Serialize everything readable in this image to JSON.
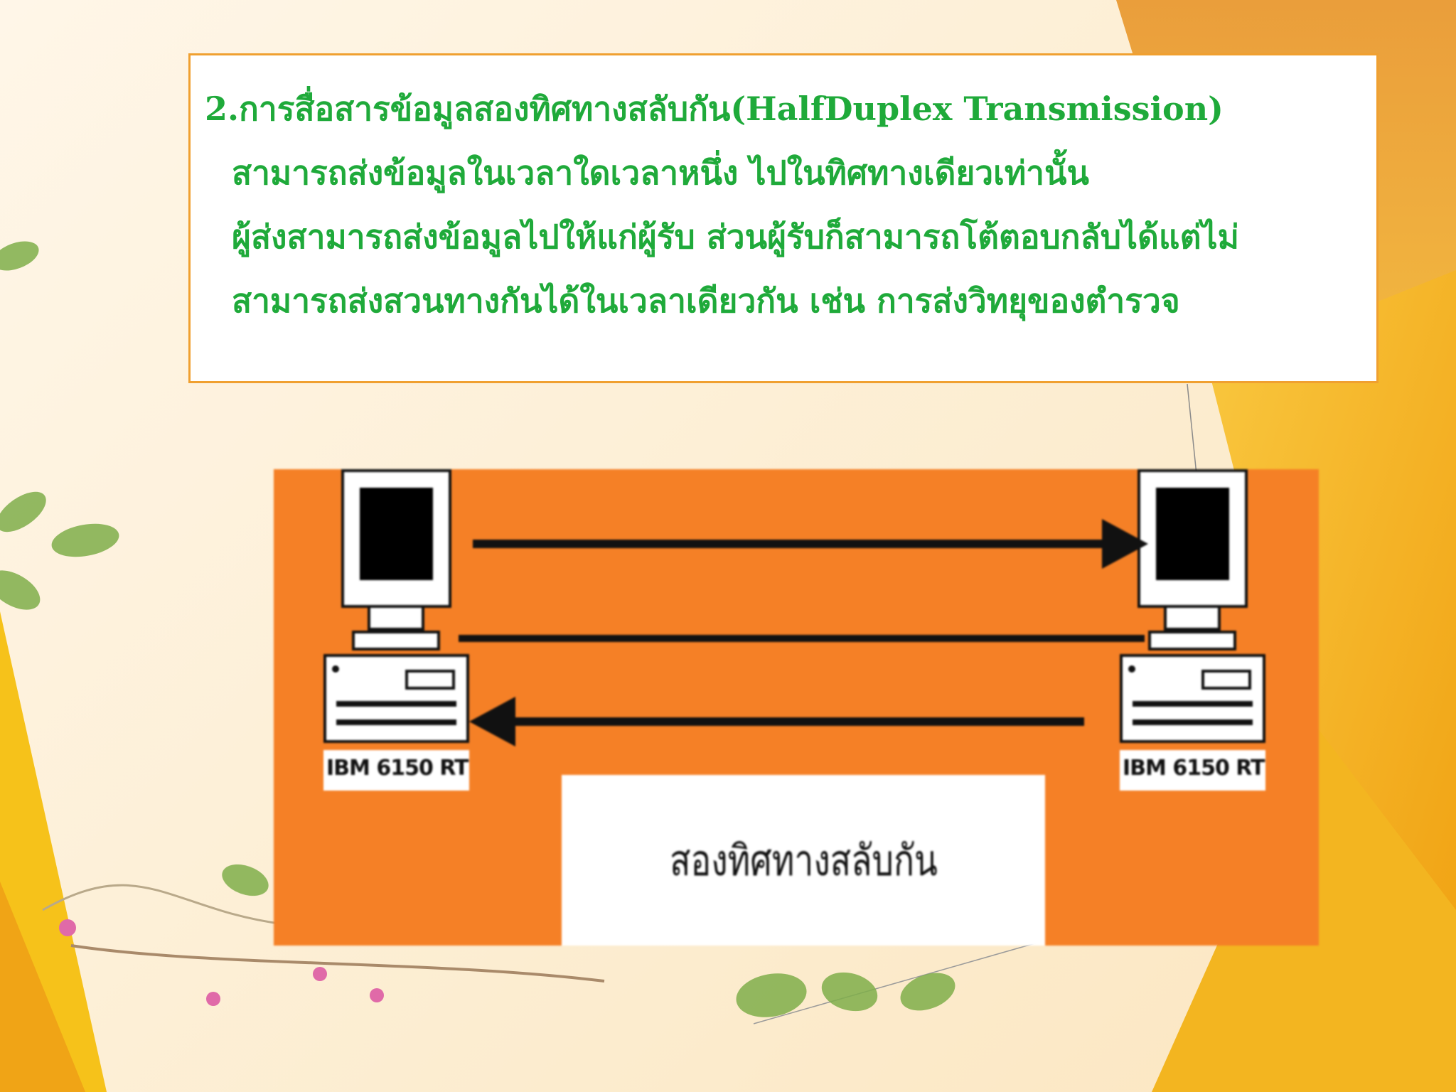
{
  "slide": {
    "title": "2.การสื่อสารข้อมูลสองทิศทางสลับกัน(HalfDuplex Transmission)",
    "lines": [
      "สามารถส่งข้อมูลในเวลาใดเวลาหนึ่ง ไปในทิศทางเดียวเท่านั้น",
      "ผู้ส่งสามารถส่งข้อมูลไปให้แก่ผู้รับ ส่วนผู้รับก็สามารถโต้ตอบกลับได้แต่ไม่",
      "สามารถส่งสวนทางกันได้ในเวลาเดียวกัน เช่น การส่งวิทยุของตำรวจ"
    ]
  },
  "diagram": {
    "left_computer_label": "IBM 6150 RT",
    "right_computer_label": "IBM 6150 RT",
    "caption": "สองทิศทางสลับกัน",
    "background_color": "#f58026",
    "icons": [
      "computer-icon",
      "arrow-right-icon",
      "arrow-left-icon"
    ]
  },
  "colors": {
    "text_green": "#1faa3a",
    "box_border": "#f0a030",
    "accent_yellow": "#f6c21a"
  }
}
